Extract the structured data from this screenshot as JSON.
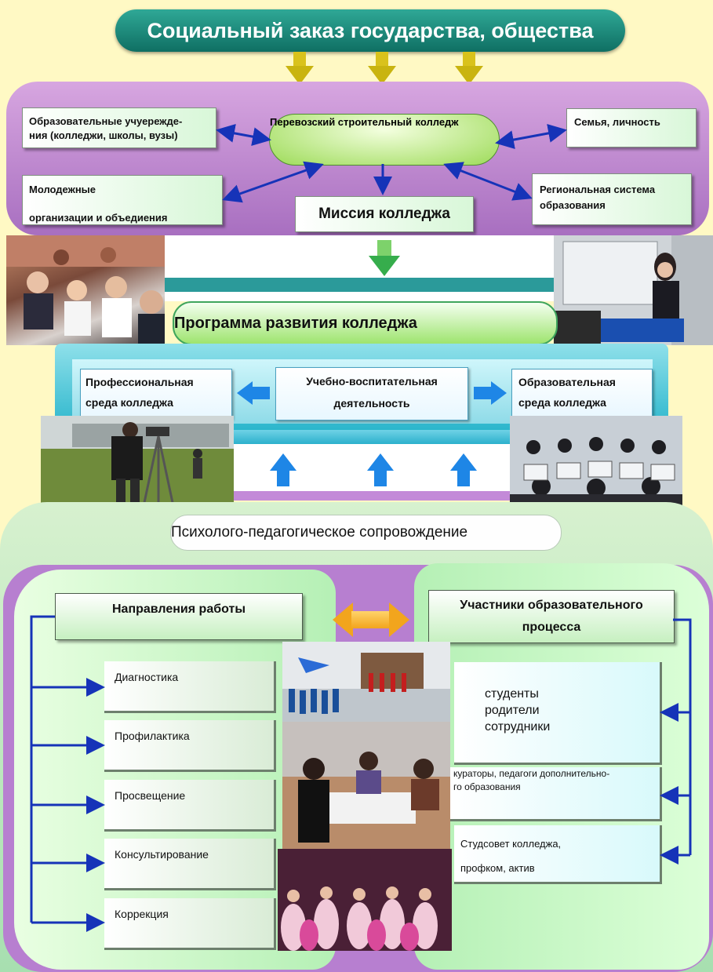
{
  "title": "Социальный заказ государства, общества",
  "center": {
    "lines": [
      "Перевозский строительный",
      "колледж"
    ]
  },
  "top_boxes": {
    "edu_institutions": [
      "Образовательные учуережде-",
      "ния (колледжи, школы, вузы)"
    ],
    "family": "Семья, личность",
    "youth": [
      "Молодежные",
      "организации и объедиения"
    ],
    "regional": [
      "Региональная система",
      "образования"
    ],
    "mission": "Миссия колледжа"
  },
  "program": "Программа  развития колледжа",
  "activities": {
    "professional": [
      "Профессиональная",
      "среда колледжа"
    ],
    "educational": [
      "Учебно-воспитательная",
      "деятельность"
    ],
    "environment": [
      "Образовательная",
      "среда колледжа"
    ]
  },
  "support": "Психолого-педагогическое  сопровождение",
  "directions": {
    "header": "Направления  работы",
    "items": [
      "Диагностика",
      "Профилактика",
      "Просвещение",
      "Консультирование",
      "Коррекция"
    ]
  },
  "participants": {
    "header": [
      "Участники  образовательного",
      "процесса"
    ],
    "group1": [
      "студенты",
      "родители",
      "сотрудники"
    ],
    "group2": [
      "кураторы, педагоги дополнительно-",
      "го образования"
    ],
    "group3": [
      "Студсовет  колледжа,",
      "профком, актив"
    ]
  },
  "colors": {
    "banner": "#1a8a7b",
    "arrow_yellow": "#d9c21c",
    "arrow_blue": "#1e86e6",
    "arrow_orange": "#f2a51d",
    "line_blue": "#1633b8"
  }
}
